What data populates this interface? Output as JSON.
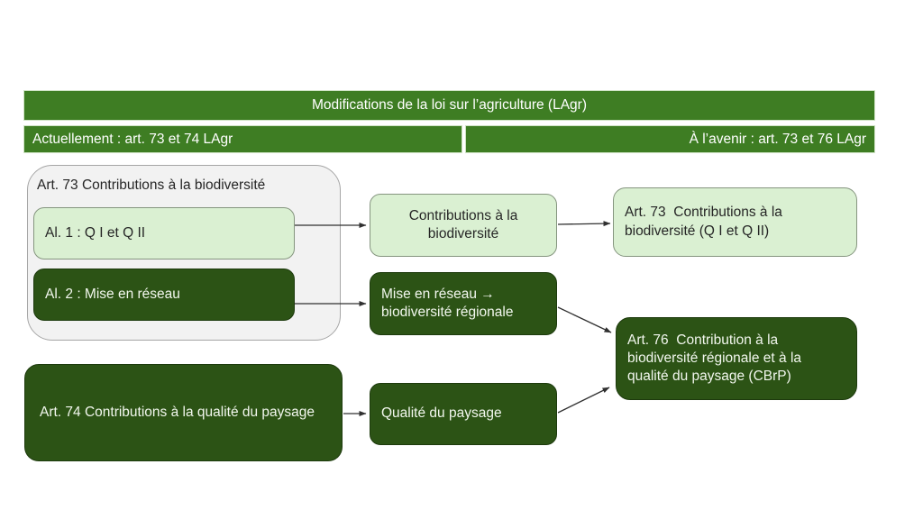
{
  "header": {
    "title": "Modifications de la loi sur l’agriculture (LAgr)",
    "current_label": "Actuellement : art. 73 et 74 LAgr",
    "future_label": "À l’avenir : art. 73 et 76 LAgr"
  },
  "current": {
    "group_title": "Art. 73 Contributions à la biodiversité",
    "al1_label": "Al. 1 : Q I et Q II",
    "al2_label": "Al. 2 : Mise en réseau",
    "art74_label": "Art. 74 Contributions à la qualité du paysage"
  },
  "transition": {
    "biodiversity_label": "Contributions à la biodiversité",
    "network_label": "Mise en réseau → biodiversité régionale",
    "landscape_label": "Qualité du paysage"
  },
  "future": {
    "art73_label": "Art. 73  Contributions à la biodiversité (Q I et Q II)",
    "art76_label": "Art. 76  Contribution à la biodiversité régionale et à la qualité du paysage (CBrP)"
  },
  "colors": {
    "header_green": "#3E7D23",
    "dark_green": "#2C5315",
    "light_green": "#DAF0D2",
    "light_green_border": "#85957F",
    "container_gray": "#F2F2F2",
    "container_border": "#A6A6A6",
    "arrow": "#303030",
    "text_dark": "#262626",
    "text_light": "#F2F7EE"
  }
}
